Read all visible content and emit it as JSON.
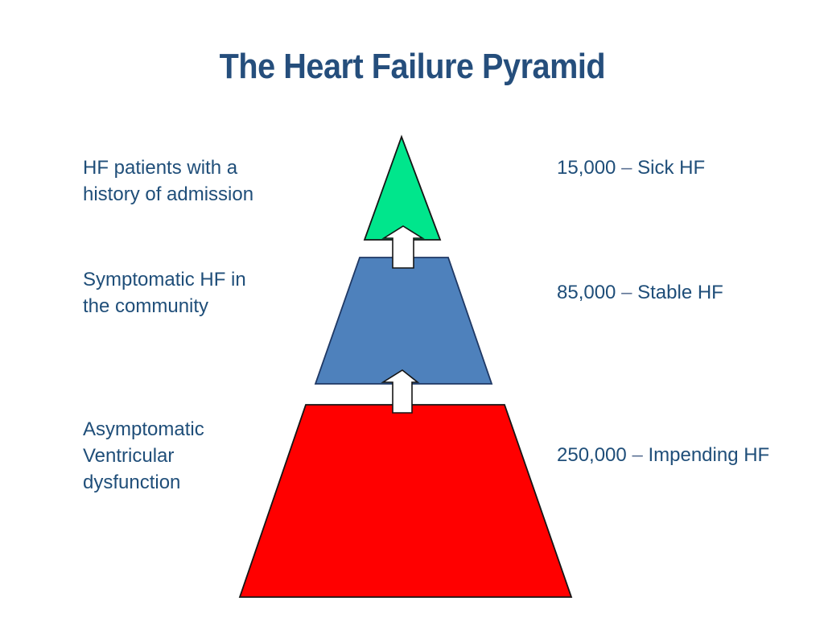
{
  "title": "The Heart Failure Pyramid",
  "colors": {
    "title_text": "#254e7c",
    "label_text": "#1f4e79",
    "level_green": "#00e68c",
    "level_blue": "#4e81bc",
    "level_red": "#ff0000",
    "arrow_fill": "#ffffff",
    "background": "#ffffff"
  },
  "pyramid": {
    "levels": [
      {
        "left_label": "HF patients with a\nhistory of admission",
        "value": "15,000",
        "dash": "–",
        "status": "Sick HF",
        "color": "#00e68c"
      },
      {
        "left_label": "Symptomatic HF in\nthe community",
        "value": "85,000",
        "dash": "–",
        "status": "Stable HF",
        "color": "#4e81bc"
      },
      {
        "left_label": "Asymptomatic\nVentricular\ndysfunction",
        "value": "250,000",
        "dash": "–",
        "status": "Impending HF",
        "color": "#ff0000"
      }
    ]
  },
  "chart_data": {
    "type": "pyramid",
    "title": "The Heart Failure Pyramid",
    "categories": [
      "Sick HF",
      "Stable HF",
      "Impending HF"
    ],
    "values": [
      15000,
      85000,
      250000
    ],
    "category_descriptions": [
      "HF patients with a history of admission",
      "Symptomatic HF in the community",
      "Asymptomatic Ventricular dysfunction"
    ],
    "layout": "three-tier pyramid, smallest value at apex, up-arrows between tiers"
  }
}
